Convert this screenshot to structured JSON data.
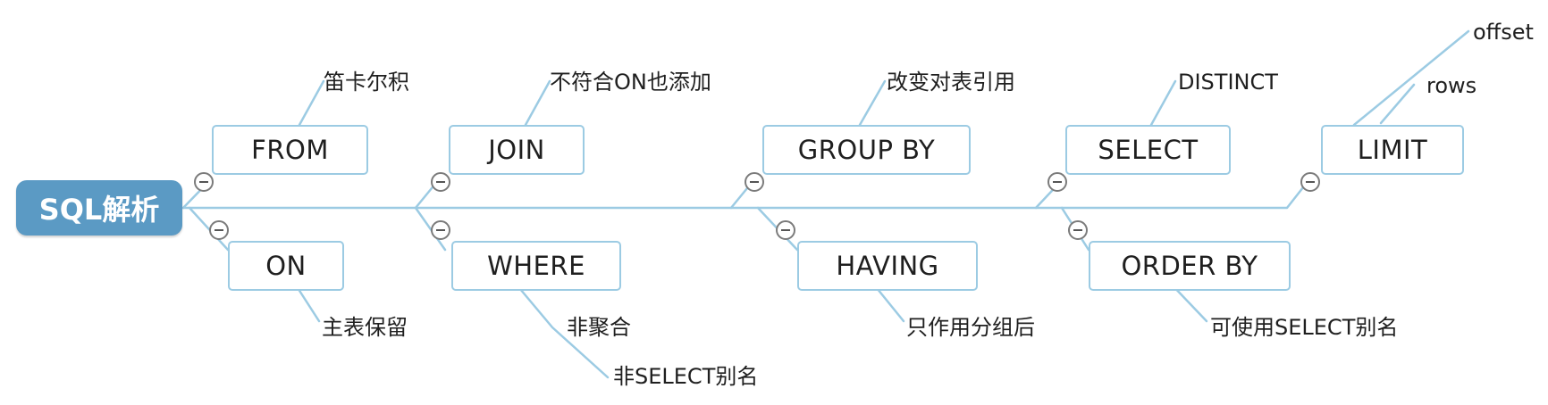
{
  "root": {
    "label": "SQL解析"
  },
  "branches": {
    "from": {
      "label": "FROM",
      "note": "笛卡尔积"
    },
    "on": {
      "label": "ON",
      "note": "主表保留"
    },
    "join": {
      "label": "JOIN",
      "note": "不符合ON也添加"
    },
    "where": {
      "label": "WHERE",
      "notes": [
        "非聚合",
        "非SELECT别名"
      ]
    },
    "group_by": {
      "label": "GROUP BY",
      "note": "改变对表引用"
    },
    "having": {
      "label": "HAVING",
      "note": "只作用分组后"
    },
    "select": {
      "label": "SELECT",
      "note": "DISTINCT"
    },
    "order_by": {
      "label": "ORDER BY",
      "note": "可使用SELECT别名"
    },
    "limit": {
      "label": "LIMIT",
      "notes": [
        "offset",
        "rows"
      ]
    }
  },
  "colors": {
    "root_fill": "#5b9ac4",
    "connector": "#9ccbe3",
    "node_border": "#9ccbe3",
    "toggle_border": "#7b7b7b"
  },
  "icons": {
    "collapse": "circle-minus-icon"
  }
}
